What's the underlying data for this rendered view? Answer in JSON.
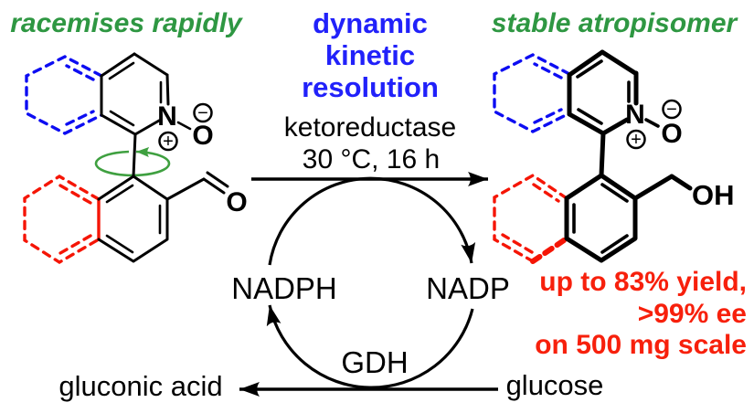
{
  "labels": {
    "left_caption": "racemises rapidly",
    "right_caption": "stable atropisomer",
    "dkr": [
      "dynamic",
      "kinetic",
      "resolution"
    ],
    "catalyst": "ketoreductase",
    "conditions": "30 °C, 16 h",
    "nadph": "NADPH",
    "nadp": "NADP",
    "gdh": "GDH",
    "glucose": "glucose",
    "gluconic_acid": "gluconic acid",
    "results": [
      "up to 83% yield,",
      ">99% ee",
      "on 500 mg scale"
    ]
  },
  "atoms": {
    "nitrogen": "N",
    "oxygen": "O",
    "hydroxyl": "OH",
    "plus_charge": "+",
    "minus_charge": "−"
  },
  "colors": {
    "green_text": "#2e9742",
    "blue_text": "#2121fa",
    "red_text": "#f7200c",
    "ring_blue": "#0d0df2",
    "ring_red": "#f51505",
    "rotation_green": "#3fa040",
    "black": "#000000"
  }
}
